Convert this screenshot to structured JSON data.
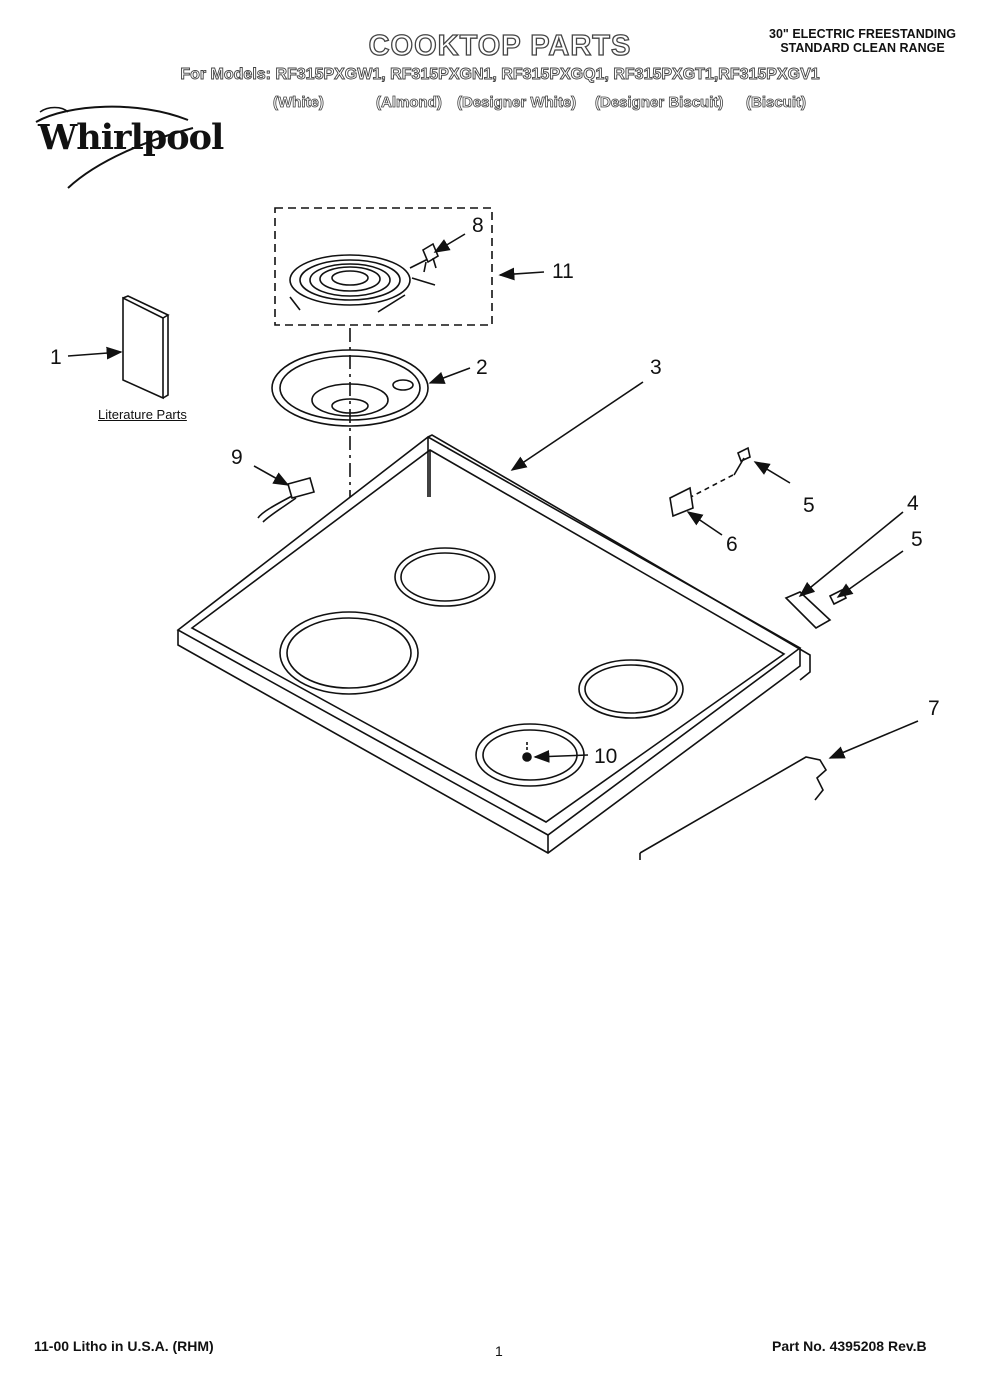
{
  "header": {
    "title": "COOKTOP PARTS",
    "range_line1": "30\" ELECTRIC FREESTANDING",
    "range_line2": "STANDARD CLEAN RANGE",
    "models": "For Models: RF315PXGW1, RF315PXGN1, RF315PXGQ1, RF315PXGT1,RF315PXGV1",
    "colors": [
      "(White)",
      "(Almond)",
      "(Designer White)",
      "(Designer Biscuit)",
      "(Biscuit)"
    ]
  },
  "logo": {
    "text": "Whirlpool"
  },
  "diagram": {
    "literature_label": "Literature Parts",
    "callouts": [
      "1",
      "2",
      "3",
      "4",
      "5",
      "5",
      "6",
      "7",
      "8",
      "9",
      "10",
      "11"
    ]
  },
  "footer": {
    "litho": "11-00 Litho in U.S.A. (RHM)",
    "page": "1",
    "part_no": "Part No. 4395208 Rev.B"
  }
}
